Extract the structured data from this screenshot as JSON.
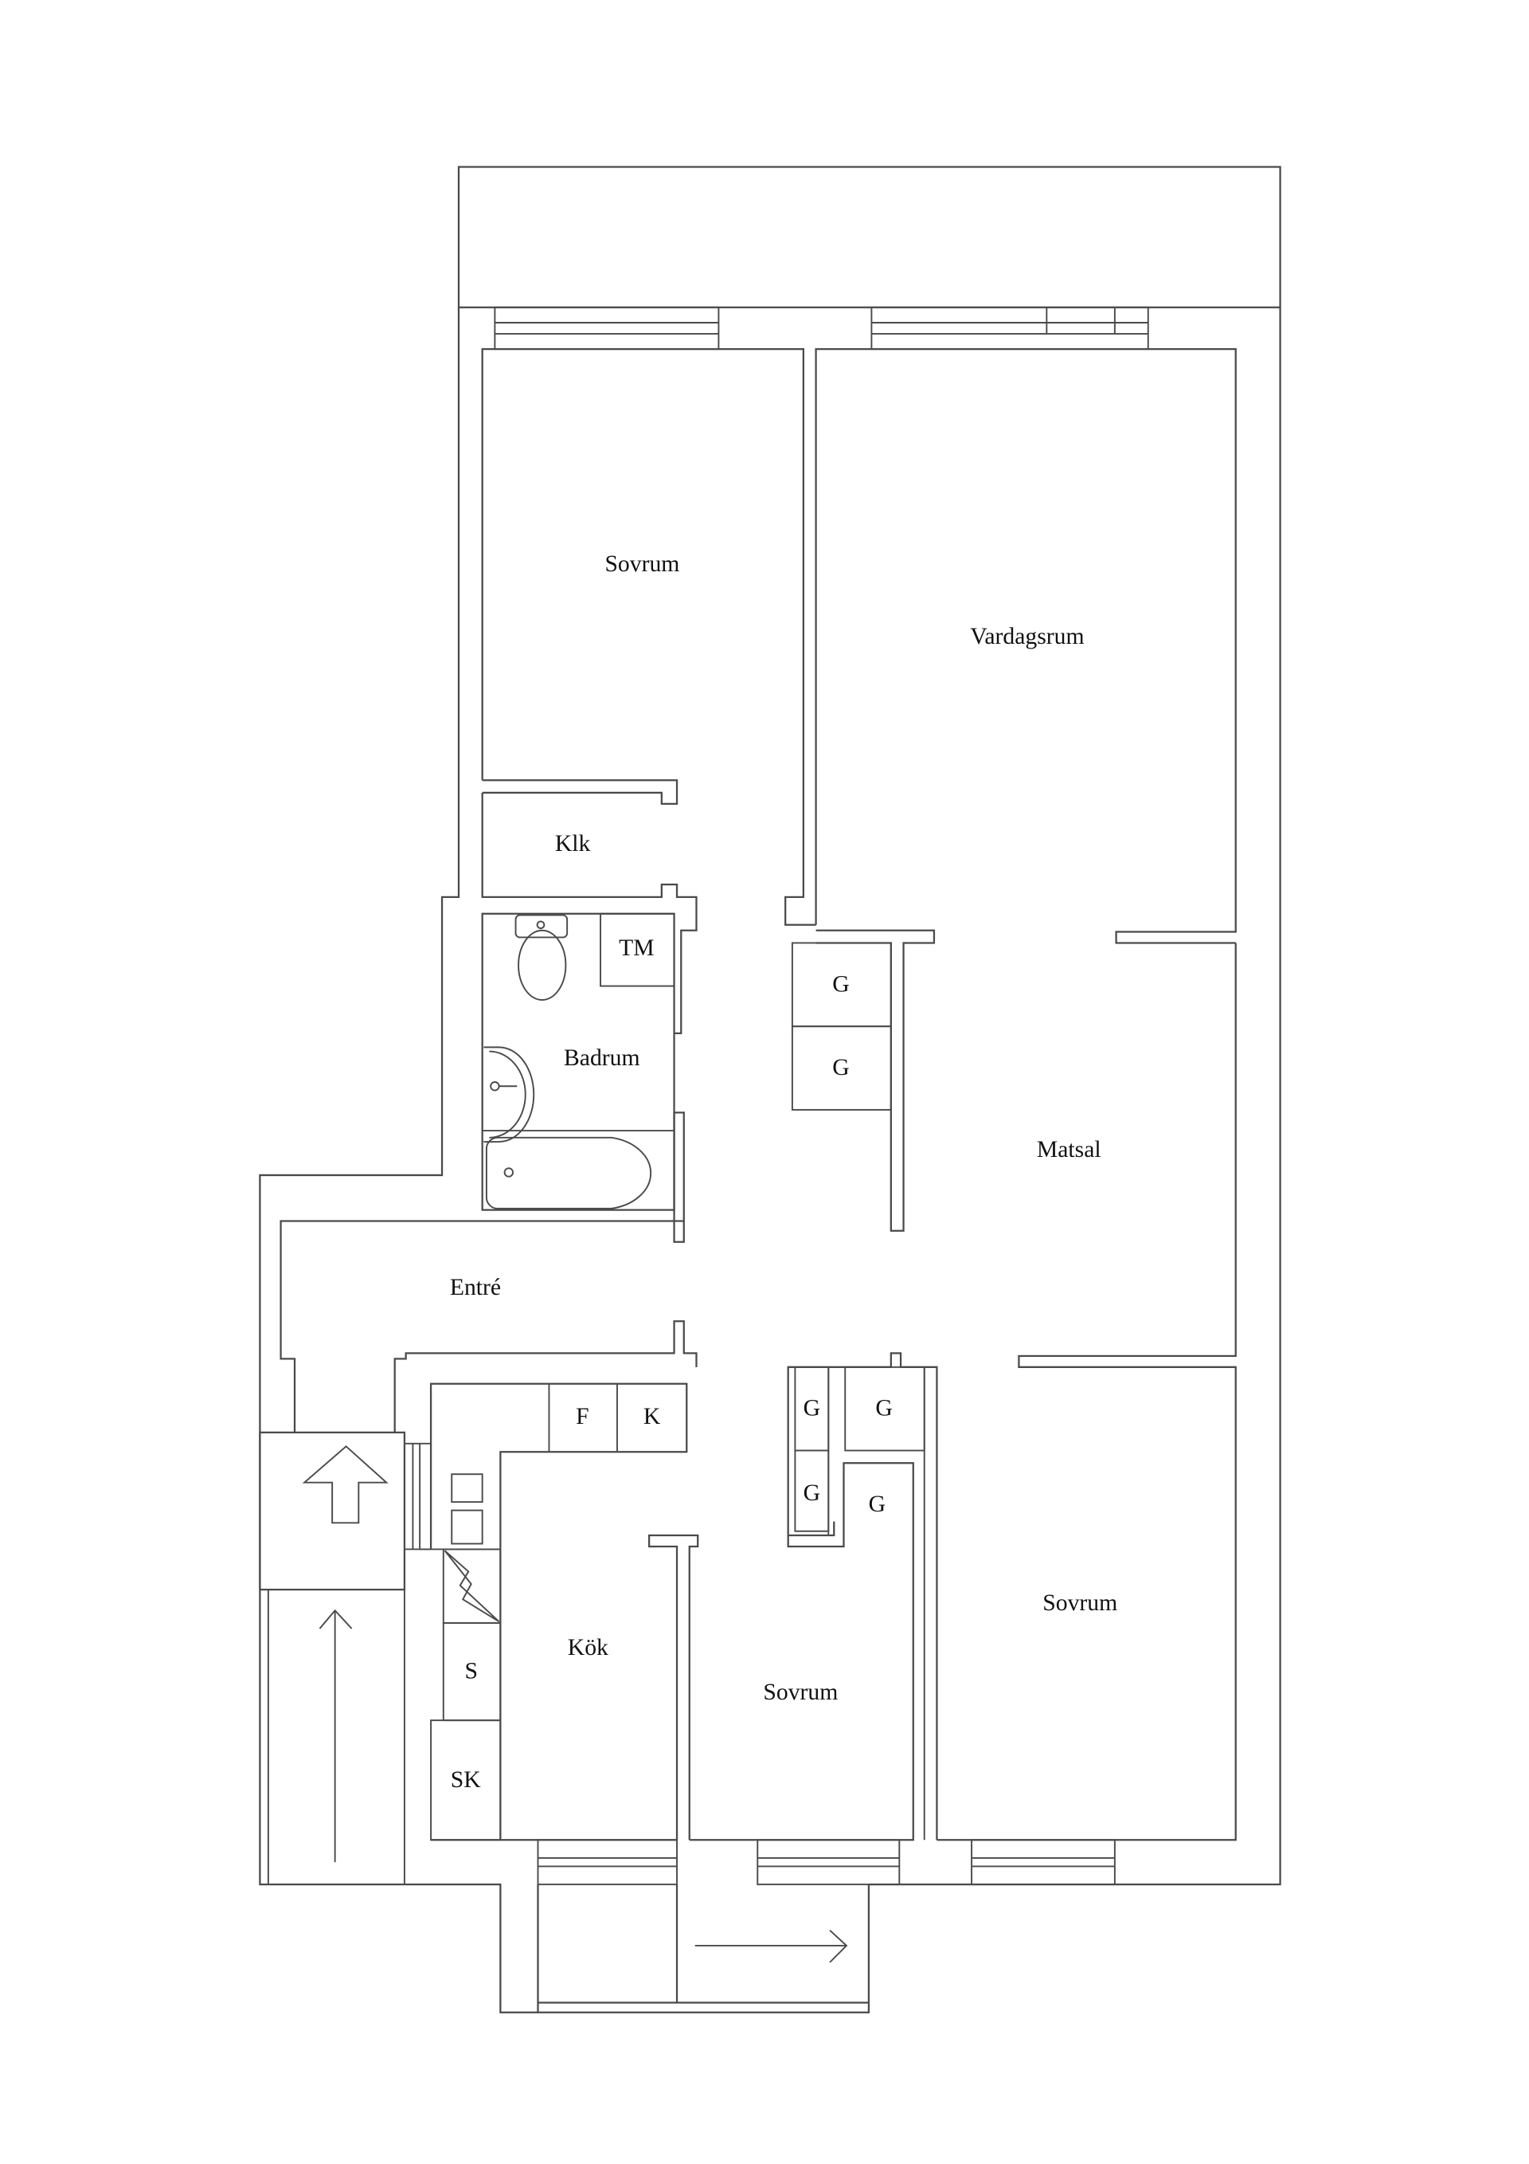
{
  "floorplan": {
    "rooms": {
      "sovrum_nw": "Sovrum",
      "vardagsrum": "Vardagsrum",
      "klk": "Klk",
      "badrum": "Badrum",
      "tm": "TM",
      "entre": "Entré",
      "matsal": "Matsal",
      "kok": "Kök",
      "sovrum_s": "Sovrum",
      "sovrum_se": "Sovrum"
    },
    "fixtures": {
      "g1": "G",
      "g2": "G",
      "g3": "G",
      "g4": "G",
      "g5": "G",
      "g6": "G",
      "f": "F",
      "k": "K",
      "s": "S",
      "sk": "SK"
    },
    "colors": {
      "line": "#4a4a4a",
      "background": "#ffffff",
      "text": "#111111"
    }
  }
}
